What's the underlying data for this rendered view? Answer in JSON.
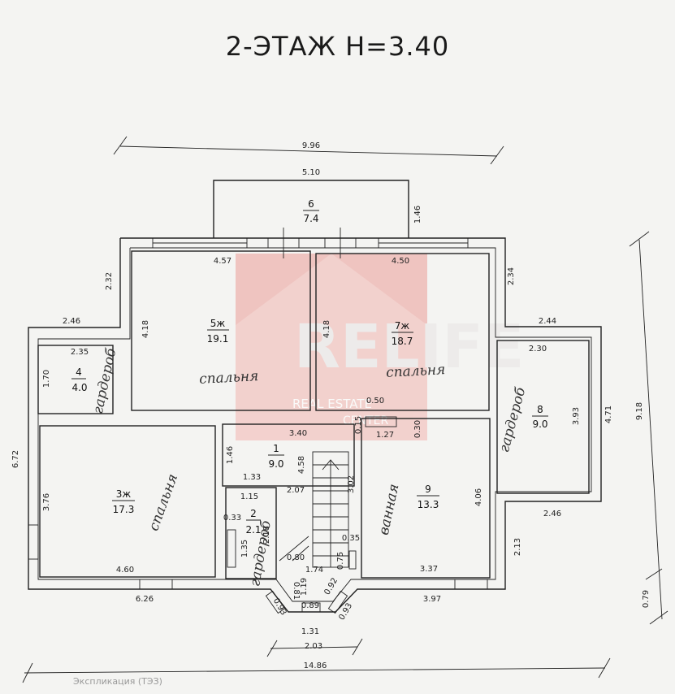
{
  "title": "2-ЭТАЖ  Н=3.40",
  "watermark": {
    "brand": "RELIFE",
    "sub1": "REAL ESTATE",
    "sub2": "CENTER",
    "color": "#e03030"
  },
  "rooms": [
    {
      "id": "room-6",
      "num": "6",
      "area": "7.4"
    },
    {
      "id": "room-5",
      "num": "5ж",
      "area": "19.1",
      "note": "спальня"
    },
    {
      "id": "room-7",
      "num": "7ж",
      "area": "18.7",
      "note": "спальня"
    },
    {
      "id": "room-4",
      "num": "4",
      "area": "4.0",
      "note": "гардероб"
    },
    {
      "id": "room-8",
      "num": "8",
      "area": "9.0",
      "note": "гардероб"
    },
    {
      "id": "room-1",
      "num": "1",
      "area": "9.0"
    },
    {
      "id": "room-3",
      "num": "3ж",
      "area": "17.3",
      "note": "спальня"
    },
    {
      "id": "room-2",
      "num": "2",
      "area": "2.1",
      "note": "гардероб"
    },
    {
      "id": "room-9",
      "num": "9",
      "area": "13.3",
      "note": "ванная"
    }
  ],
  "dimensions": {
    "top_overall": "9.96",
    "balcony_width": "5.10",
    "balcony_depth": "1.46",
    "r5_width": "4.57",
    "r7_width": "4.50",
    "r5_depth": "4.18",
    "r7_depth": "4.18",
    "left_offset": "2.32",
    "right_offset": "2.34",
    "left_step": "2.46",
    "right_step": "2.44",
    "r4_width": "2.35",
    "r4_depth": "1.70",
    "r8_width": "2.30",
    "r8_depth": "3.93",
    "right_4_71": "4.71",
    "right_9_18": "9.18",
    "right_0_79": "0.79",
    "left_6_72": "6.72",
    "r3_depth": "3.76",
    "r3_width": "4.60",
    "hall_width": "3.40",
    "hall_1_46": "1.46",
    "hall_1_33": "1.33",
    "hall_4_58": "4.58",
    "w_2_07": "2.07",
    "w_1_15": "1.15",
    "w_0_33": "0.33",
    "w_2_18": "2.18",
    "w_1_35": "1.35",
    "w_3_02": "3.02",
    "w_0_15": "0.15",
    "w_0_50": "0.50",
    "w_1_27": "1.27",
    "w_0_30": "0.30",
    "r9_depth": "4.06",
    "r9_width": "3.37",
    "w_2_46b": "2.46",
    "w_2_13": "2.13",
    "w_0_35": "0.35",
    "w_0_75": "0.75",
    "w_0_80": "0.80",
    "w_1_74": "1.74",
    "w_1_19": "1.19",
    "w_0_81": "0.81",
    "w_0_92": "0.92",
    "w_0_89": "0.89",
    "w_0_93a": "0.93",
    "w_0_93b": "0.93",
    "w_1_31": "1.31",
    "bottom_6_26": "6.26",
    "bottom_3_97": "3.97",
    "bottom_2_03": "2.03",
    "bottom_overall": "14.86"
  },
  "footer_text": "Экспликация (ТЭЗ)"
}
